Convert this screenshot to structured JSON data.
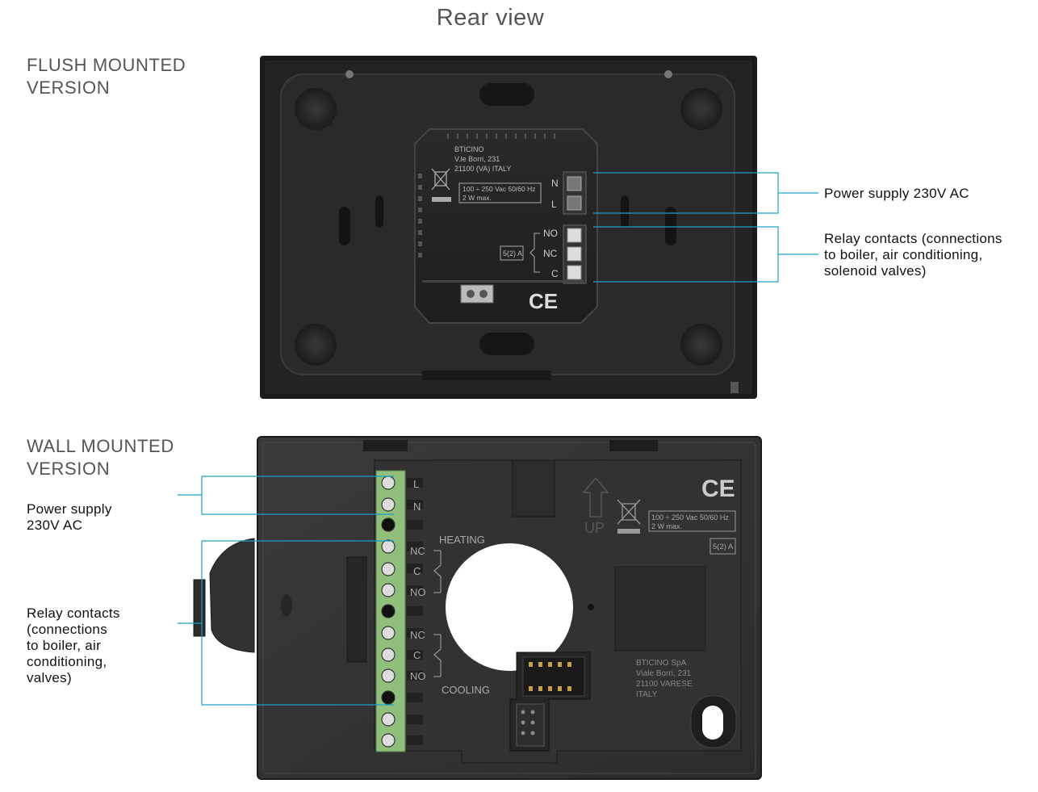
{
  "title": "Rear view",
  "flush": {
    "label_line1": "FLUSH MOUNTED",
    "label_line2": "VERSION",
    "device": {
      "brand_line1": "BTICINO",
      "brand_line2": "V.le Borri, 231",
      "brand_line3": "21100 (VA) ITALY",
      "rating_line1": "100 ÷ 250 Vac  50/60 Hz",
      "rating_line2": "2 W max.",
      "relay_rating": "5(2) A",
      "terminal_N": "N",
      "terminal_L": "L",
      "terminal_NO": "NO",
      "terminal_NC": "NC",
      "terminal_C": "C",
      "ce_mark": "CE"
    },
    "callouts": {
      "power": "Power supply 230V AC",
      "relay_line1": "Relay contacts (connections",
      "relay_line2": "to boiler, air conditioning,",
      "relay_line3": "solenoid valves)"
    }
  },
  "wall": {
    "label_line1": "WALL MOUNTED",
    "label_line2": "VERSION",
    "device": {
      "terminal_L": "L",
      "terminal_N": "N",
      "heating_label": "HEATING",
      "cooling_label": "COOLING",
      "heat_NC": "NC",
      "heat_C": "C",
      "heat_NO": "NO",
      "cool_NC": "NC",
      "cool_C": "C",
      "cool_NO": "NO",
      "up_label": "UP",
      "ce_mark": "CE",
      "rating_line1": "100 ÷ 250 Vac  50/60 Hz",
      "rating_line2": "2 W max.",
      "relay_rating": "5(2) A",
      "brand_line1": "BTICINO SpA",
      "brand_line2": "Viale Borri, 231",
      "brand_line3": "21100 VARESE",
      "brand_line4": "ITALY"
    },
    "callouts": {
      "power_line1": "Power supply",
      "power_line2": "230V AC",
      "relay_line1": "Relay contacts",
      "relay_line2": "(connections",
      "relay_line3": "to boiler, air",
      "relay_line4": "conditioning,",
      "relay_line5": "valves)"
    }
  },
  "colors": {
    "leader_line": "#1aa0c8",
    "device_body": "#2b2b2b",
    "terminal_green": "#8fbf7a"
  }
}
